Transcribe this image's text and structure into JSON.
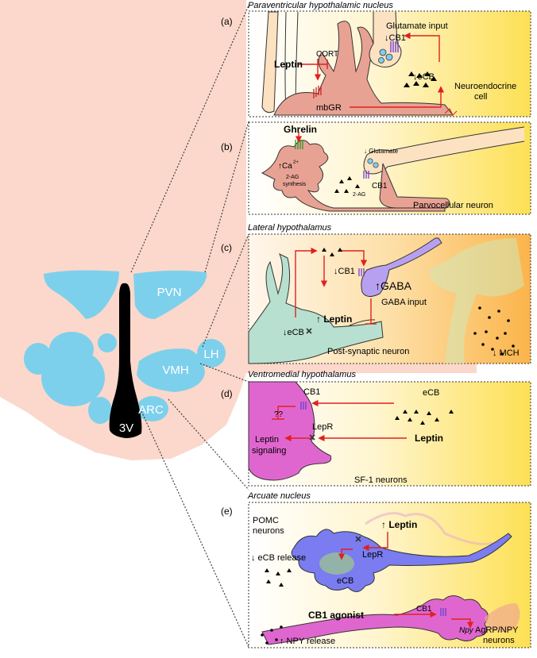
{
  "hypothalamus": {
    "regions": [
      "PVN",
      "LH",
      "VMH",
      "ARC",
      "3V"
    ]
  },
  "panel_a": {
    "tag": "(a)",
    "title": "Paraventricular hypothalamic nucleus",
    "glutamate_input": "Glutamate input",
    "cb1": "↓CB1",
    "leptin": "Leptin",
    "cort": "CORT",
    "ecb": "↓eCB",
    "mbgr": "mbGR",
    "cell_line1": "Neuroendocrine",
    "cell_line2": "cell"
  },
  "panel_b": {
    "tag": "(b)",
    "ghrelin": "Ghrelin",
    "ca": "↑Ca",
    "ca_sup": "2+",
    "ag_line1": "2-AG",
    "ag_line2": "synthesis",
    "glutamate": "↓ Glutamate",
    "ag": "2-AG",
    "cb1": "CB1",
    "neuron": "Parvocellular neuron"
  },
  "panel_c": {
    "tag": "(c)",
    "title": "Lateral hypothalamus",
    "cb1": "↓CB1",
    "gaba": "↑GABA",
    "gaba_input": "GABA input",
    "leptin": "↑ Leptin",
    "ecb": "↓eCB",
    "neuron": "Post-synaptic neuron",
    "mch": "↓ MCH"
  },
  "panel_d": {
    "tag": "(d)",
    "title": "Ventromedial hypothalamus",
    "cb1": "CB1",
    "ecb": "eCB",
    "question": "??",
    "lepr": "LepR",
    "signaling_line1": "Leptin",
    "signaling_line2": "signaling",
    "leptin": "Leptin",
    "neurons": "SF-1 neurons"
  },
  "panel_e": {
    "tag": "(e)",
    "title": "Arcuate nucleus",
    "leptin": "↑ Leptin",
    "pomc_line1": "POMC",
    "pomc_line2": "neurons",
    "lepr": "LepR",
    "ecb_release": "↓ eCB release",
    "ecb": "eCB",
    "agonist": "CB1 agonist",
    "cb1": "CB1",
    "npy": "Npy",
    "agrp_line1": "AgRP/NPY",
    "agrp_line2": "neurons",
    "npy_release": "↑ NPY release"
  },
  "colors": {
    "brain": "#fbd8cb",
    "nucleus": "#7dd0ec",
    "panel_yellow": "#fde25a",
    "arrow_red": "#e02020",
    "pink_cell": "#e3a294",
    "teal_cell": "#b8e0d0",
    "purple_receptor": "#6a3fd0",
    "magenta_cell": "#e066cf",
    "blue_cell": "#7a7cf0"
  }
}
